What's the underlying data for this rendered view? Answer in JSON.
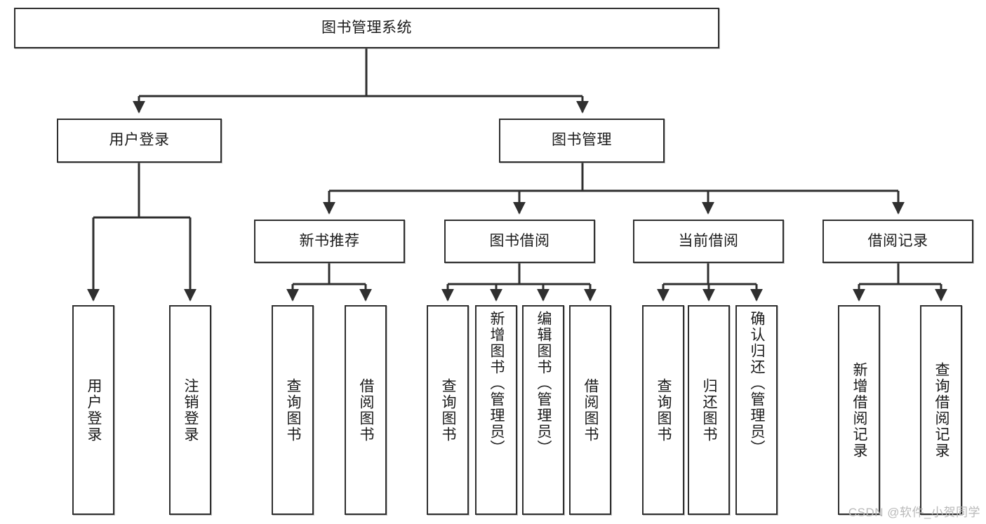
{
  "diagram": {
    "title": "图书管理系统",
    "type": "tree",
    "watermark": "CSDN @软件_小贺同学",
    "colors": {
      "stroke": "#2f2f2f",
      "fill": "#ffffff",
      "text": "#1a1a1a",
      "watermark": "#b9b9b9"
    },
    "nodes": {
      "root": {
        "label": "图书管理系统"
      },
      "level2": [
        {
          "label": "用户登录"
        },
        {
          "label": "图书管理"
        }
      ],
      "level3": [
        {
          "label": "新书推荐"
        },
        {
          "label": "图书借阅"
        },
        {
          "label": "当前借阅"
        },
        {
          "label": "借阅记录"
        }
      ],
      "leaves": {
        "user_login": [
          {
            "label": "用户登录"
          },
          {
            "label": "注销登录"
          }
        ],
        "new_book": [
          {
            "label": "查询图书"
          },
          {
            "label": "借阅图书"
          }
        ],
        "book_borrow": [
          {
            "label": "查询图书"
          },
          {
            "label": "新增图书（管理员）"
          },
          {
            "label": "编辑图书（管理员）"
          },
          {
            "label": "借阅图书"
          }
        ],
        "current_borrow": [
          {
            "label": "查询图书"
          },
          {
            "label": "归还图书"
          },
          {
            "label": "确认归还（管理员）"
          }
        ],
        "borrow_record": [
          {
            "label": "新增借阅记录"
          },
          {
            "label": "查询借阅记录"
          }
        ]
      }
    }
  }
}
